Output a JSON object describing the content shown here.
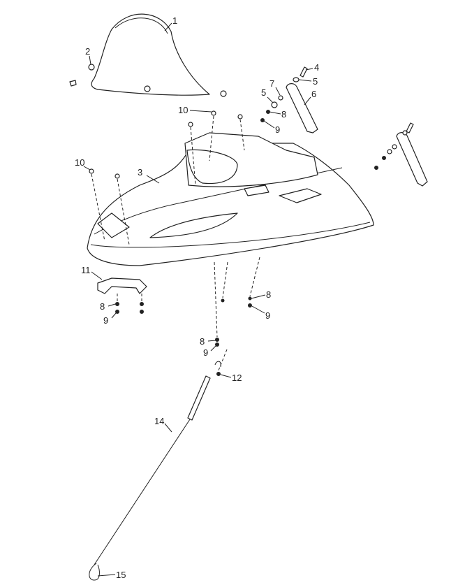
{
  "diagram": {
    "type": "exploded-parts-view",
    "callouts": [
      "1",
      "2",
      "3",
      "4",
      "5",
      "5",
      "6",
      "7",
      "8",
      "9",
      "10",
      "10",
      "11",
      "8",
      "9",
      "8",
      "9",
      "8",
      "9",
      "12",
      "14",
      "15"
    ]
  }
}
